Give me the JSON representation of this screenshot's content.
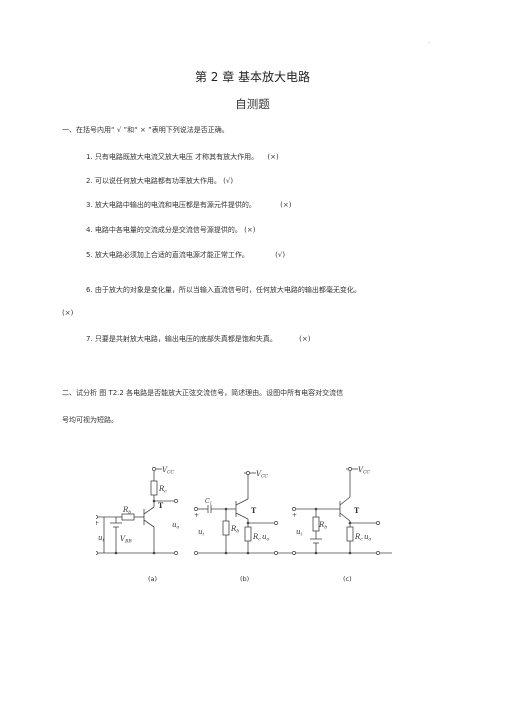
{
  "page_mark": ".",
  "chapter_title": "第 2 章  基本放大电路",
  "subtitle": "自测题",
  "section1": {
    "heading": "一、在括号内用“ √ ”和“ × ”表明下列说法是否正确。",
    "items": [
      {
        "text": "1. 只有电路既放大电流又放大电压     才称其有放大作用。",
        "answer": "(×)"
      },
      {
        "text": "2. 可以说任何放大电路都有功率放大作用。",
        "answer": "(√)"
      },
      {
        "text": "3. 放大电路中输出的电流和电压都是有源元件提供的。",
        "answer": "(×)"
      },
      {
        "text": "4. 电路中各电量的交流成分是交流信号源提供的。",
        "answer": "(×)"
      },
      {
        "text": "5. 放大电路必须加上合适的直流电源才能正常工作。",
        "answer": "(√)"
      },
      {
        "text": "6. 由于放大的对象是变化量，所以当输入直流信号时，任何放大电路的输出都毫无变化。",
        "answer": "(×)"
      },
      {
        "text": "7. 只要是共射放大电路，输出电压的底部失真都是饱和失真。",
        "answer": "(×)"
      }
    ]
  },
  "section2": {
    "line1": "二、试分析  图 T2.2  各电路是否能放大正弦交流信号，简述理由。设图中所有电容对交流信",
    "line2": "号均可视为短路。"
  },
  "figure": {
    "labels": {
      "vcc": "V",
      "vcc_sub": "CC",
      "vbb": "V",
      "vbb_sub": "BB",
      "rc": "R",
      "rc_sub": "c",
      "rb": "R",
      "rb_sub": "b",
      "t": "T",
      "ui": "u",
      "ui_sub": "i",
      "uo": "u",
      "uo_sub": "o",
      "c1": "C",
      "c1_sub": "1",
      "plus": "+",
      "minus": "-"
    },
    "captions": [
      "(a)",
      "(b)",
      "(c)"
    ]
  }
}
